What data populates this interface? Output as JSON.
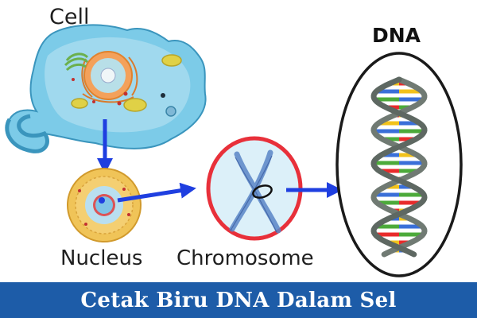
{
  "labels": {
    "cell": "Cell",
    "dna": "DNA",
    "nucleus": "Nucleus",
    "chromosome": "Chromosome"
  },
  "banner": {
    "title": "Cetak Biru DNA Dalam Sel"
  },
  "colors": {
    "arrow": "#1f3fe0",
    "cell_membrane": "#6fc3e3",
    "cell_outline": "#3a95bd",
    "nucleus_outer": "#e9c45c",
    "chromosome_ring": "#e8303a",
    "chromosome_fill": "#d8eef8",
    "dna_ellipse": "#1a1a1a",
    "dna_backbone": "#707a73",
    "banner_bg": "#1d5ca8",
    "base_pairs": [
      "#e82b2b",
      "#f2c21b",
      "#3a6fd8",
      "#4caa3a"
    ]
  },
  "icons": [
    "cell-icon",
    "nucleus-icon",
    "chromosome-icon",
    "dna-helix-icon"
  ]
}
